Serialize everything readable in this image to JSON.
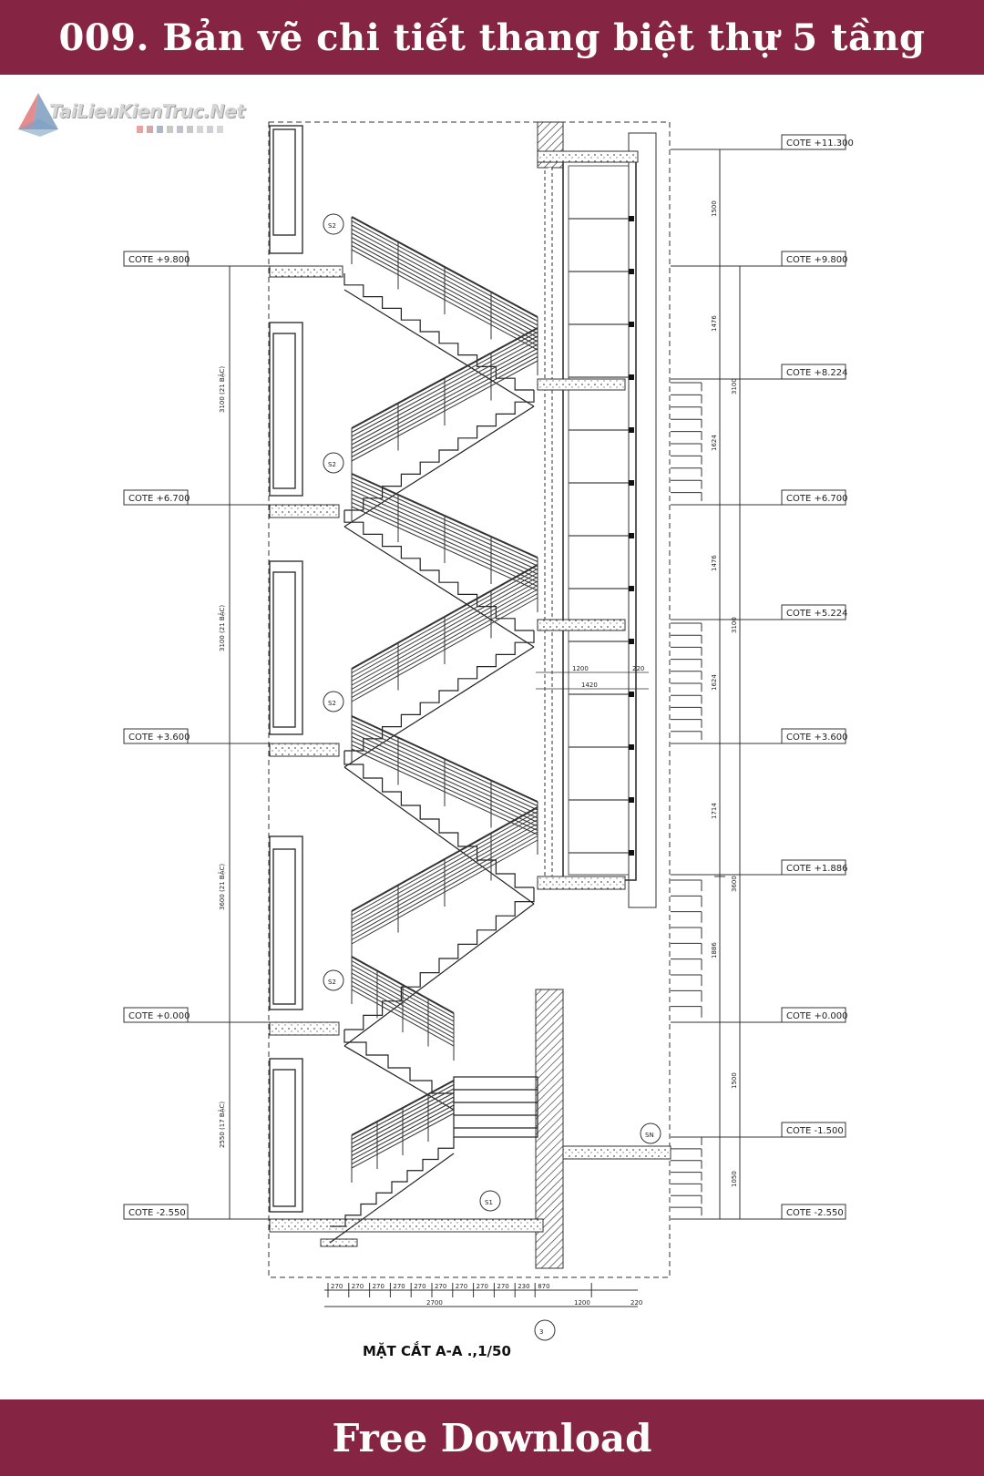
{
  "header": {
    "title": "009. Bản vẽ chi tiết thang biệt thự 5 tầng"
  },
  "footer": {
    "cta": "Free Download"
  },
  "watermark": {
    "text": "TaiLieuKienTruc.Net"
  },
  "drawing": {
    "title": "MẶT CẮT A-A .,1/50",
    "left_levels": [
      {
        "label": "COTE +9.800"
      },
      {
        "label": "COTE +6.700"
      },
      {
        "label": "COTE +3.600"
      },
      {
        "label": "COTE +0.000"
      },
      {
        "label": "COTE -2.550"
      }
    ],
    "right_levels": [
      {
        "label": "COTE +11.300"
      },
      {
        "label": "COTE +9.800"
      },
      {
        "label": "COTE +8.224"
      },
      {
        "label": "COTE +6.700"
      },
      {
        "label": "COTE +5.224"
      },
      {
        "label": "COTE +3.600"
      },
      {
        "label": "COTE +1.886"
      },
      {
        "label": "COTE +0.000"
      },
      {
        "label": "COTE -1.500"
      },
      {
        "label": "COTE -2.550"
      }
    ],
    "left_dims": [
      "3100 (21 BẬC)",
      "3100 (21 BẬC)",
      "3600 (21 BẬC)",
      "2550 (17 BẬC)"
    ],
    "right_dims": [
      "1500",
      "1476",
      "3100",
      "1624",
      "1476",
      "3100",
      "1624",
      "1714",
      "3600",
      "1886",
      "1500",
      "1050"
    ],
    "bottom_steps": [
      "270",
      "270",
      "270",
      "270",
      "270",
      "270",
      "270",
      "270",
      "270",
      "230",
      "870"
    ],
    "bottom_totals": [
      "2700",
      "1200",
      "220"
    ],
    "mid_dims": [
      "1200",
      "220",
      "1420"
    ],
    "tags": [
      "S2",
      "S2",
      "S2",
      "S2",
      "S1",
      "SN",
      "3"
    ]
  }
}
